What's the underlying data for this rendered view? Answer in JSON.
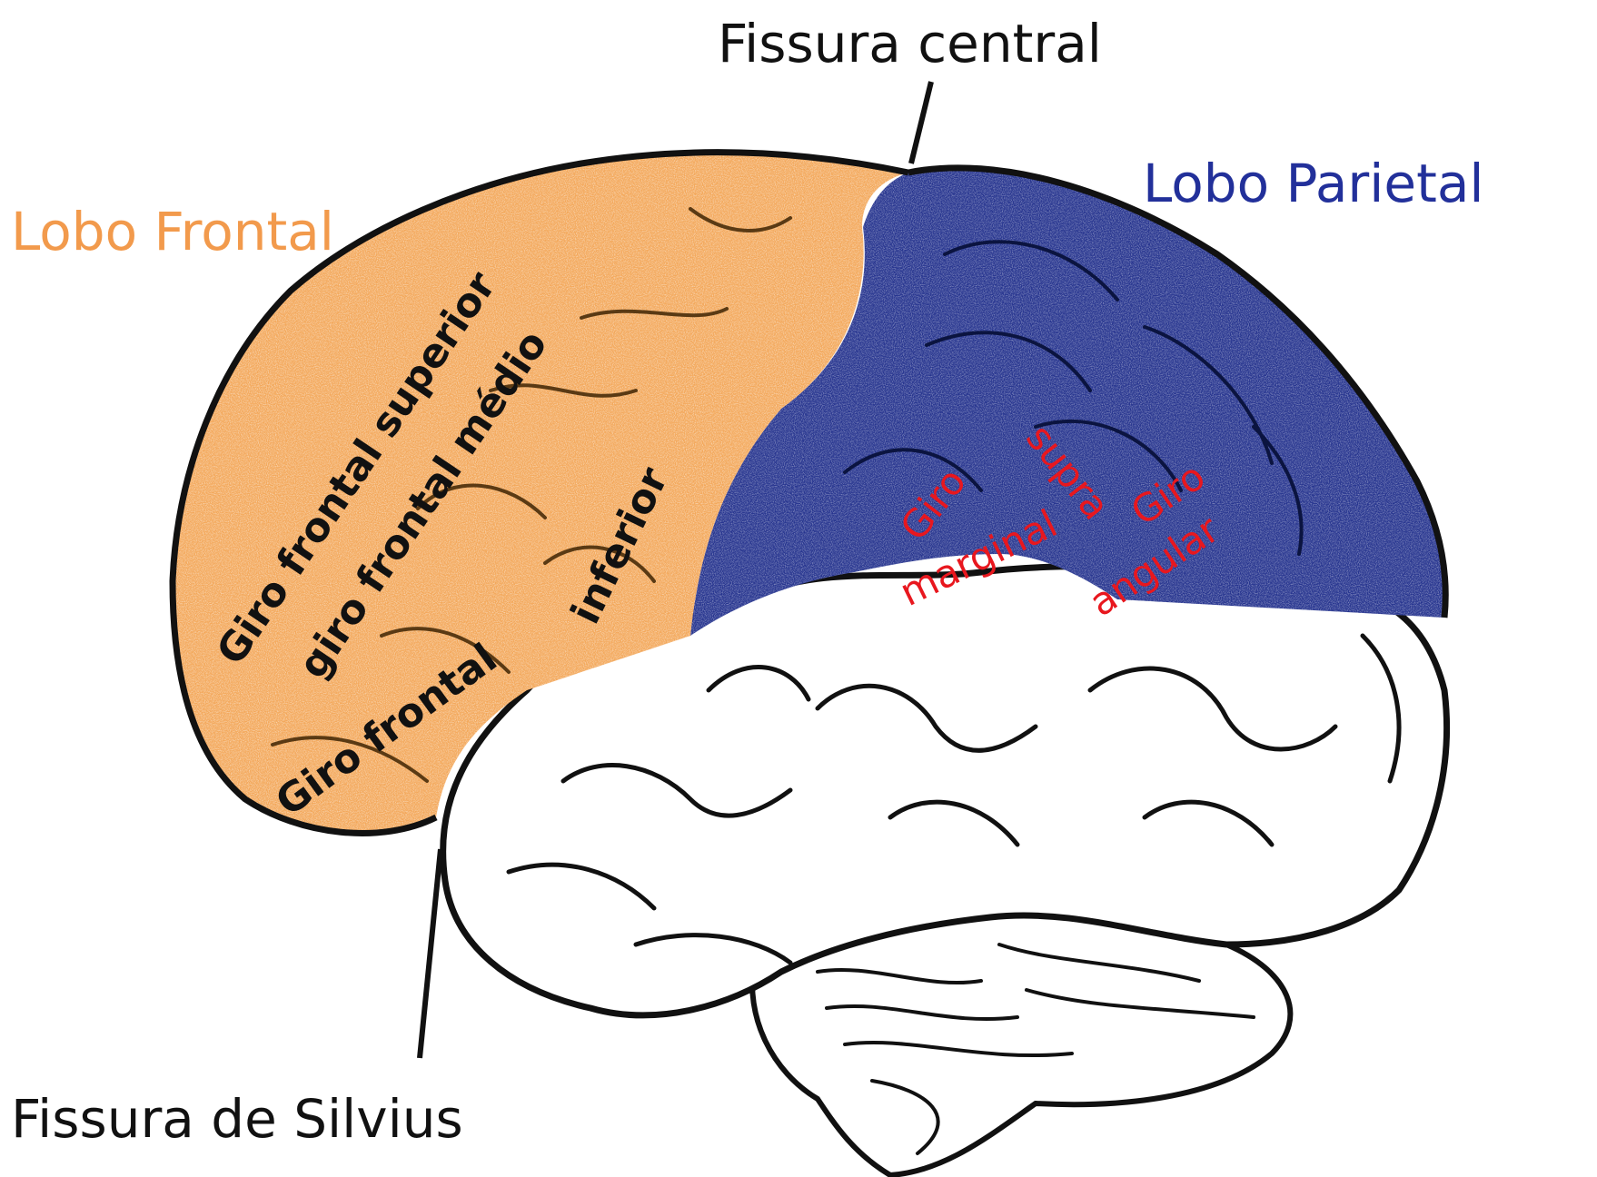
{
  "colors": {
    "frontal": "#F3A85B",
    "parietal": "#27358F",
    "red_labels": "#E8171E",
    "outline": "#111111",
    "frontal_label": "#F29A4C",
    "parietal_label": "#22309A"
  },
  "labels": {
    "fissura_central": "Fissura central",
    "fissura_silvius": "Fissura de Silvius",
    "lobo_frontal": "Lobo Frontal",
    "lobo_parietal": "Lobo Parietal",
    "giro_frontal_superior": "Giro frontal superior",
    "giro_frontal_medio": "giro frontal médio",
    "giro_frontal_inferior_1": "Giro frontal",
    "giro_frontal_inferior_2": "inferior",
    "giro_supra_1": "Giro",
    "giro_supra_2": "supra",
    "giro_supra_3": "marginal",
    "giro_angular_1": "Giro",
    "giro_angular_2": "angular"
  }
}
